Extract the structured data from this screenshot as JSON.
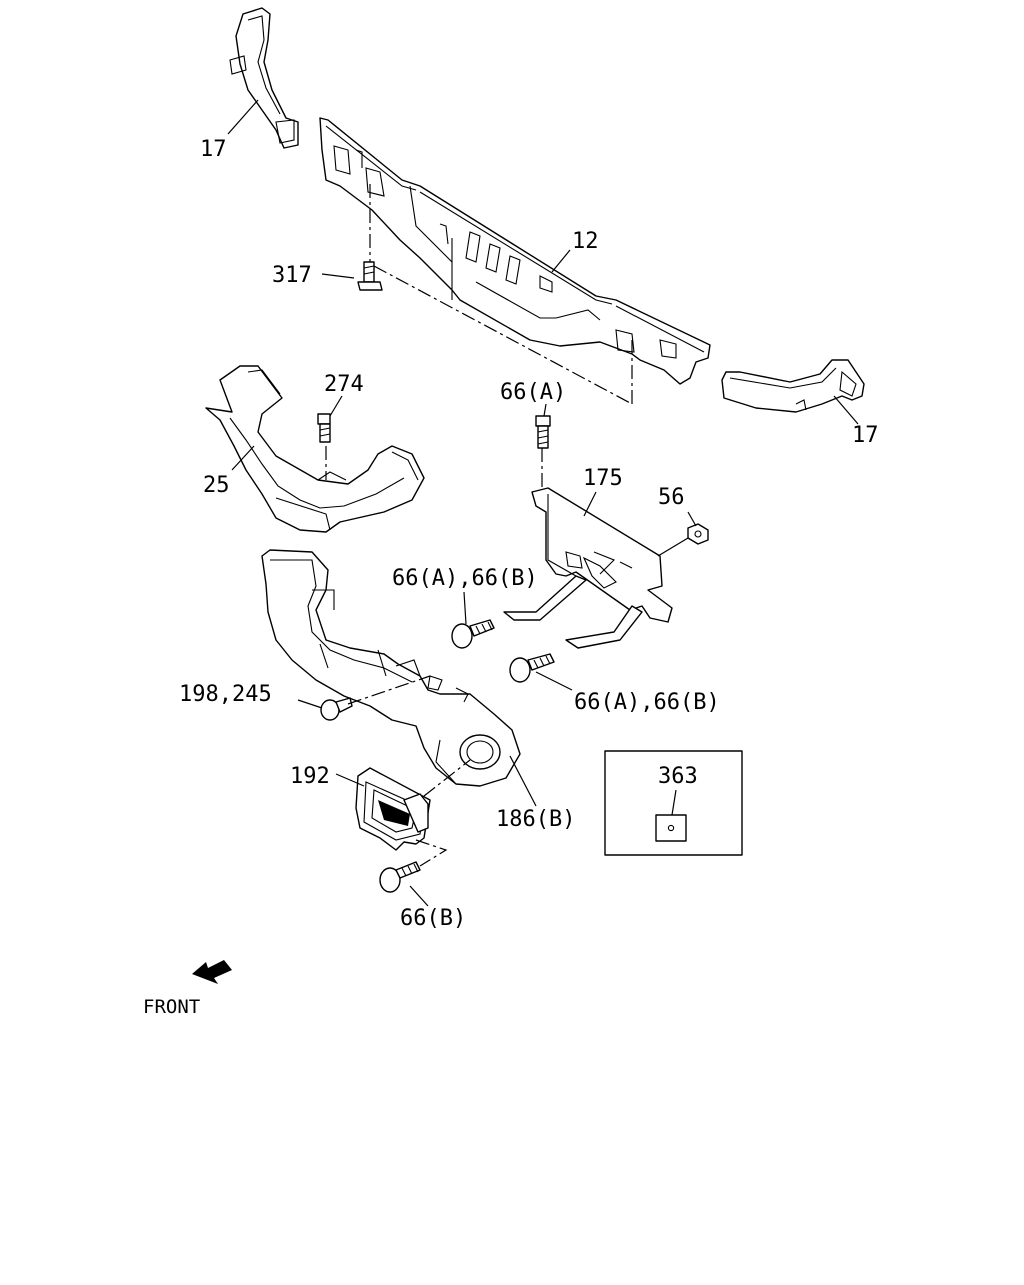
{
  "labels": {
    "duct_left": "17",
    "duct_right": "17",
    "center_duct": "12",
    "screw_317": "317",
    "bolt_274": "274",
    "duct_25": "25",
    "bolt_66a_top": "66(A)",
    "bracket_175": "175",
    "nut_56": "56",
    "bolt_66ab_left": "66(A),66(B)",
    "bolt_66ab_right": "66(A),66(B)",
    "screw_198_245": "198,245",
    "frame_192": "192",
    "hose_186b": "186(B)",
    "bolt_66b_bottom": "66(B)",
    "inset_363": "363"
  },
  "front": {
    "label": "FRONT"
  }
}
